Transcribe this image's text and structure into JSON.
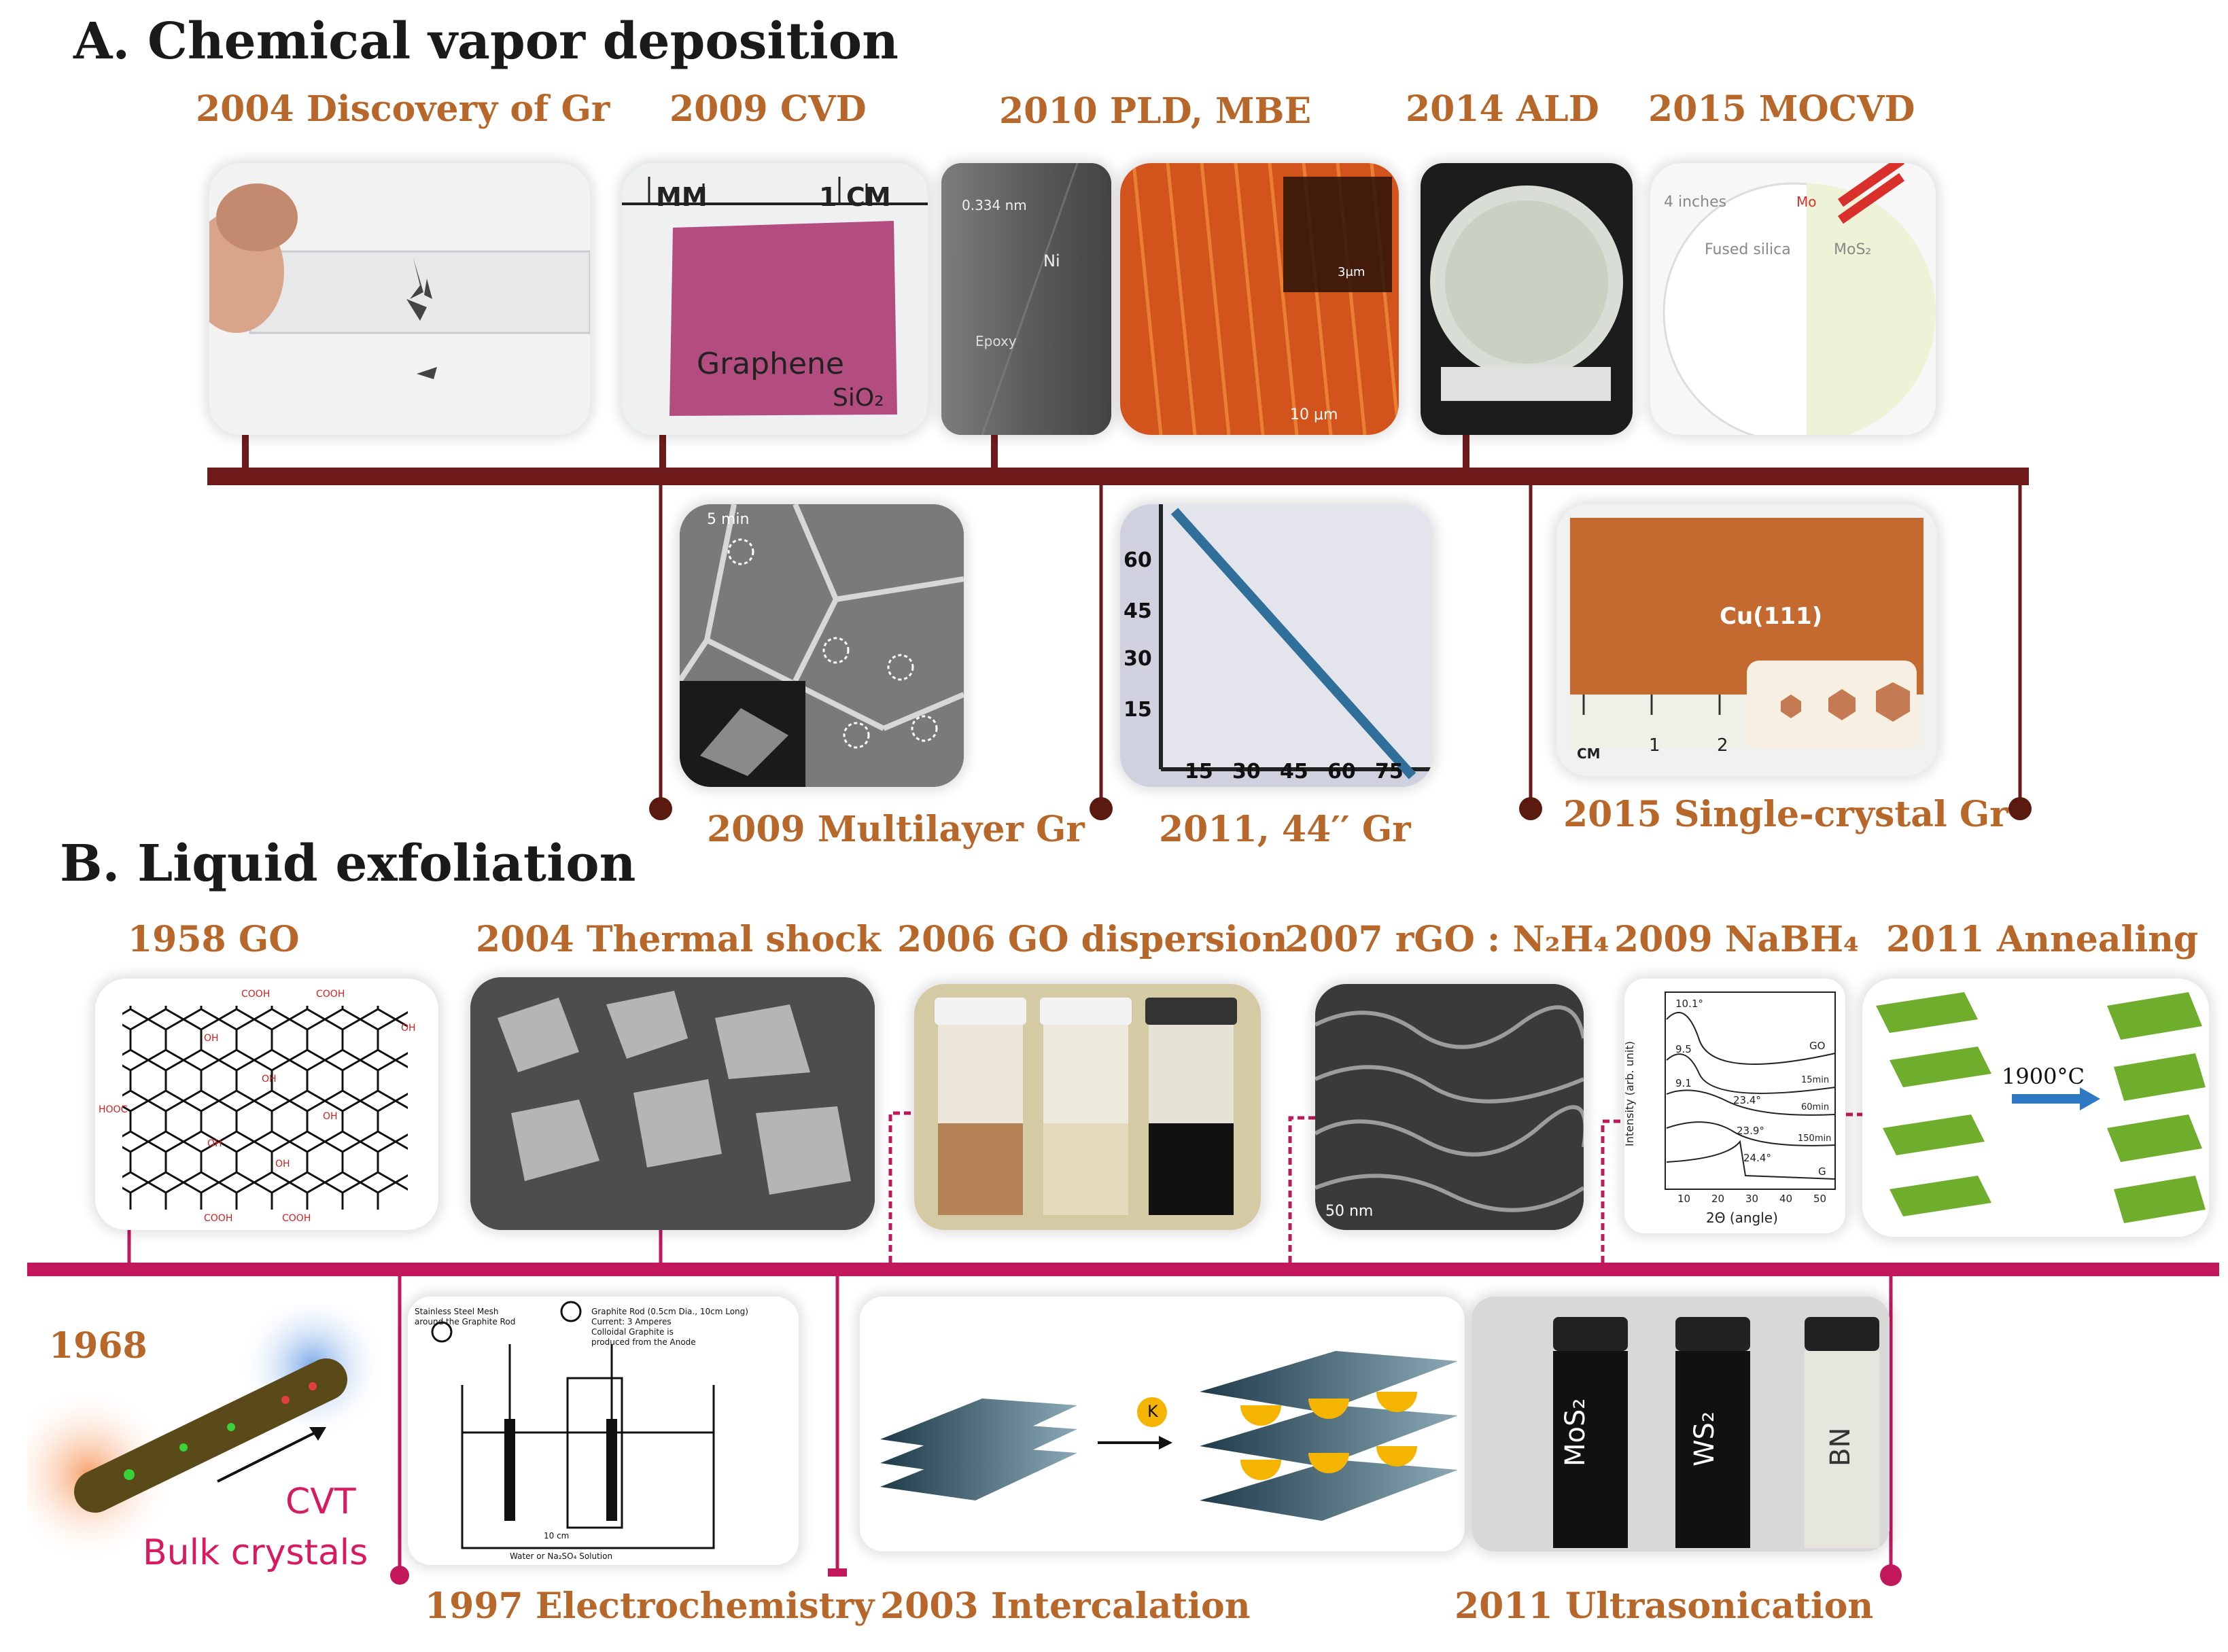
{
  "sectionA": {
    "title": "A. Chemical vapor deposition",
    "top_labels": [
      "2004 Discovery of Gr",
      "2009 CVD",
      "2010 PLD, MBE",
      "2014 ALD",
      "2015 MOCVD"
    ],
    "bottom_labels": [
      "2009 Multilayer  Gr",
      "2011, 44′′ Gr",
      "2015 Single-crystal  Gr"
    ],
    "cvd_image": {
      "ruler_mm": "MM",
      "ruler_one": "1",
      "ruler_cm": "CM",
      "caption": "Graphene",
      "substrate": "SiO₂"
    },
    "tem_image": {
      "spacing": "0.334 nm",
      "ni": "Ni",
      "epoxy": "Epoxy"
    },
    "mbe_image": {
      "scale": "10 μm",
      "inset": "3μm"
    },
    "mocvd_image": {
      "inches": "4 inches",
      "silica": "Fused silica",
      "material": "MoS₂",
      "mo": "Mo"
    },
    "sem_image": {
      "label": "5 min"
    },
    "inch44_image": {
      "y_ticks": [
        "60",
        "45",
        "30",
        "15"
      ],
      "x_ticks": [
        "15",
        "30",
        "45",
        "60",
        "75"
      ]
    },
    "cu_image": {
      "label": "Cu(111)",
      "ruler": [
        "CM",
        "1",
        "2"
      ]
    }
  },
  "sectionB": {
    "title": "B. Liquid exfoliation",
    "top_labels": [
      "1958 GO",
      "2004 Thermal  shock",
      "2006 GO dispersion",
      "2007 rGO : N₂H₄",
      "2009 NaBH₄",
      "2011 Annealing"
    ],
    "bottom_labels": [
      "1997 Electrochemistry",
      "2003 Intercalation",
      "2011 Ultrasonication"
    ],
    "label_1968": "1968",
    "cvt": {
      "line1": "CVT",
      "line2": "Bulk crystals"
    },
    "go_groups": [
      "COOH",
      "COOH",
      "OH",
      "OH",
      "HOOC",
      "OH",
      "OH",
      "OH",
      "OH",
      "COOH",
      "COOH"
    ],
    "rgo_scale": "50 nm",
    "xrd": {
      "ylabel": "Intensity (arb. unit)",
      "xlabel": "2Θ (angle)",
      "peaks": [
        "10.1°",
        "9.5",
        "9.1",
        "23.4°",
        "23.9°",
        "24.4°"
      ],
      "curves": [
        "GO",
        "15min",
        "60min",
        "150min",
        "G"
      ],
      "x_ticks": [
        "10",
        "20",
        "30",
        "40",
        "50"
      ]
    },
    "annealing_temp": "1900°C",
    "electro_text": [
      "Stainless Steel Mesh",
      "around the Graphite Rod",
      "Graphite Rod (0.5cm Dia., 10cm Long)",
      "Current: 3 Amperes",
      "Colloidal Graphite is",
      "produced from the Anode",
      "10 cm",
      "Water or Na₂SO₄ Solution"
    ],
    "intercalation_ion": "K",
    "vials": [
      "MoS₂",
      "WS₂",
      "BN"
    ]
  },
  "colors": {
    "timelineA": "#6e1a1a",
    "timelineB": "#c2185b",
    "label": "#b8672b",
    "dotA": "#5a1a10"
  }
}
